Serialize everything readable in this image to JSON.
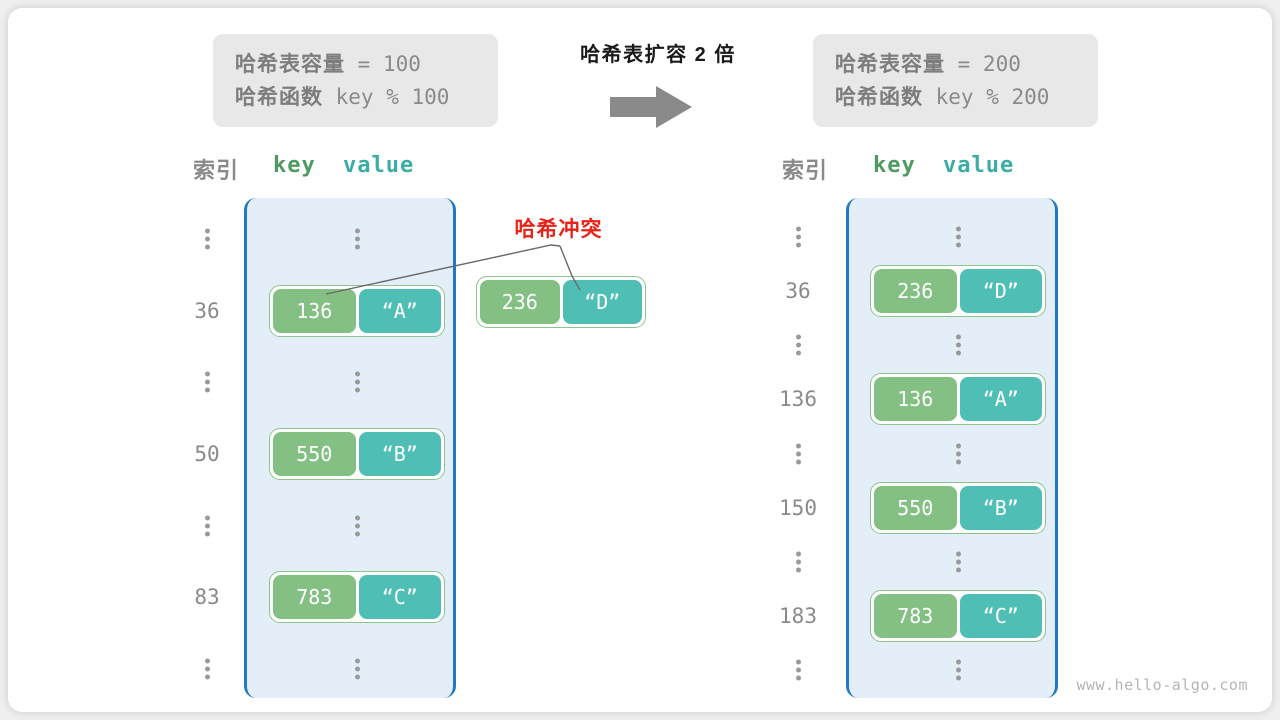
{
  "watermark": "www.hello-algo.com",
  "center": {
    "title": "哈希表扩容 2 倍",
    "arrow_icon": "right-arrow-icon"
  },
  "info_left": {
    "capacity_label": "哈希表容量",
    "capacity_expr": " = 100",
    "function_label": "哈希函数",
    "function_expr": " key % 100"
  },
  "info_right": {
    "capacity_label": "哈希表容量",
    "capacity_expr": " = 200",
    "function_label": "哈希函数",
    "function_expr": " key % 200"
  },
  "collision": {
    "label": "哈希冲突"
  },
  "colors": {
    "key_fill": "#84c084",
    "value_fill": "#4fbfb5",
    "pair_border": "#8cc58c",
    "bucket_fill": "#e3eef8",
    "bucket_border": "#1f78c1",
    "index_text": "#8a8a8a",
    "key_header": "#4e9a5f",
    "value_header": "#3bada4",
    "collision_red": "#e8231a",
    "arrow_gray": "#8a8a8a"
  },
  "left_table": {
    "header_index": "索引",
    "header_key": "key",
    "header_value": "value",
    "rows": [
      {
        "index": "⋮",
        "type": "ellipsis"
      },
      {
        "index": "36",
        "type": "entry",
        "key": "136",
        "value": "“A”"
      },
      {
        "index": "⋮",
        "type": "ellipsis"
      },
      {
        "index": "50",
        "type": "entry",
        "key": "550",
        "value": "“B”"
      },
      {
        "index": "⋮",
        "type": "ellipsis"
      },
      {
        "index": "83",
        "type": "entry",
        "key": "783",
        "value": "“C”"
      },
      {
        "index": "⋮",
        "type": "ellipsis"
      }
    ]
  },
  "floating_pair": {
    "key": "236",
    "value": "“D”"
  },
  "right_table": {
    "header_index": "索引",
    "header_key": "key",
    "header_value": "value",
    "rows": [
      {
        "index": "⋮",
        "type": "ellipsis"
      },
      {
        "index": "36",
        "type": "entry",
        "key": "236",
        "value": "“D”"
      },
      {
        "index": "⋮",
        "type": "ellipsis"
      },
      {
        "index": "136",
        "type": "entry",
        "key": "136",
        "value": "“A”"
      },
      {
        "index": "⋮",
        "type": "ellipsis"
      },
      {
        "index": "150",
        "type": "entry",
        "key": "550",
        "value": "“B”"
      },
      {
        "index": "⋮",
        "type": "ellipsis"
      },
      {
        "index": "183",
        "type": "entry",
        "key": "783",
        "value": "“C”"
      },
      {
        "index": "⋮",
        "type": "ellipsis"
      }
    ]
  }
}
